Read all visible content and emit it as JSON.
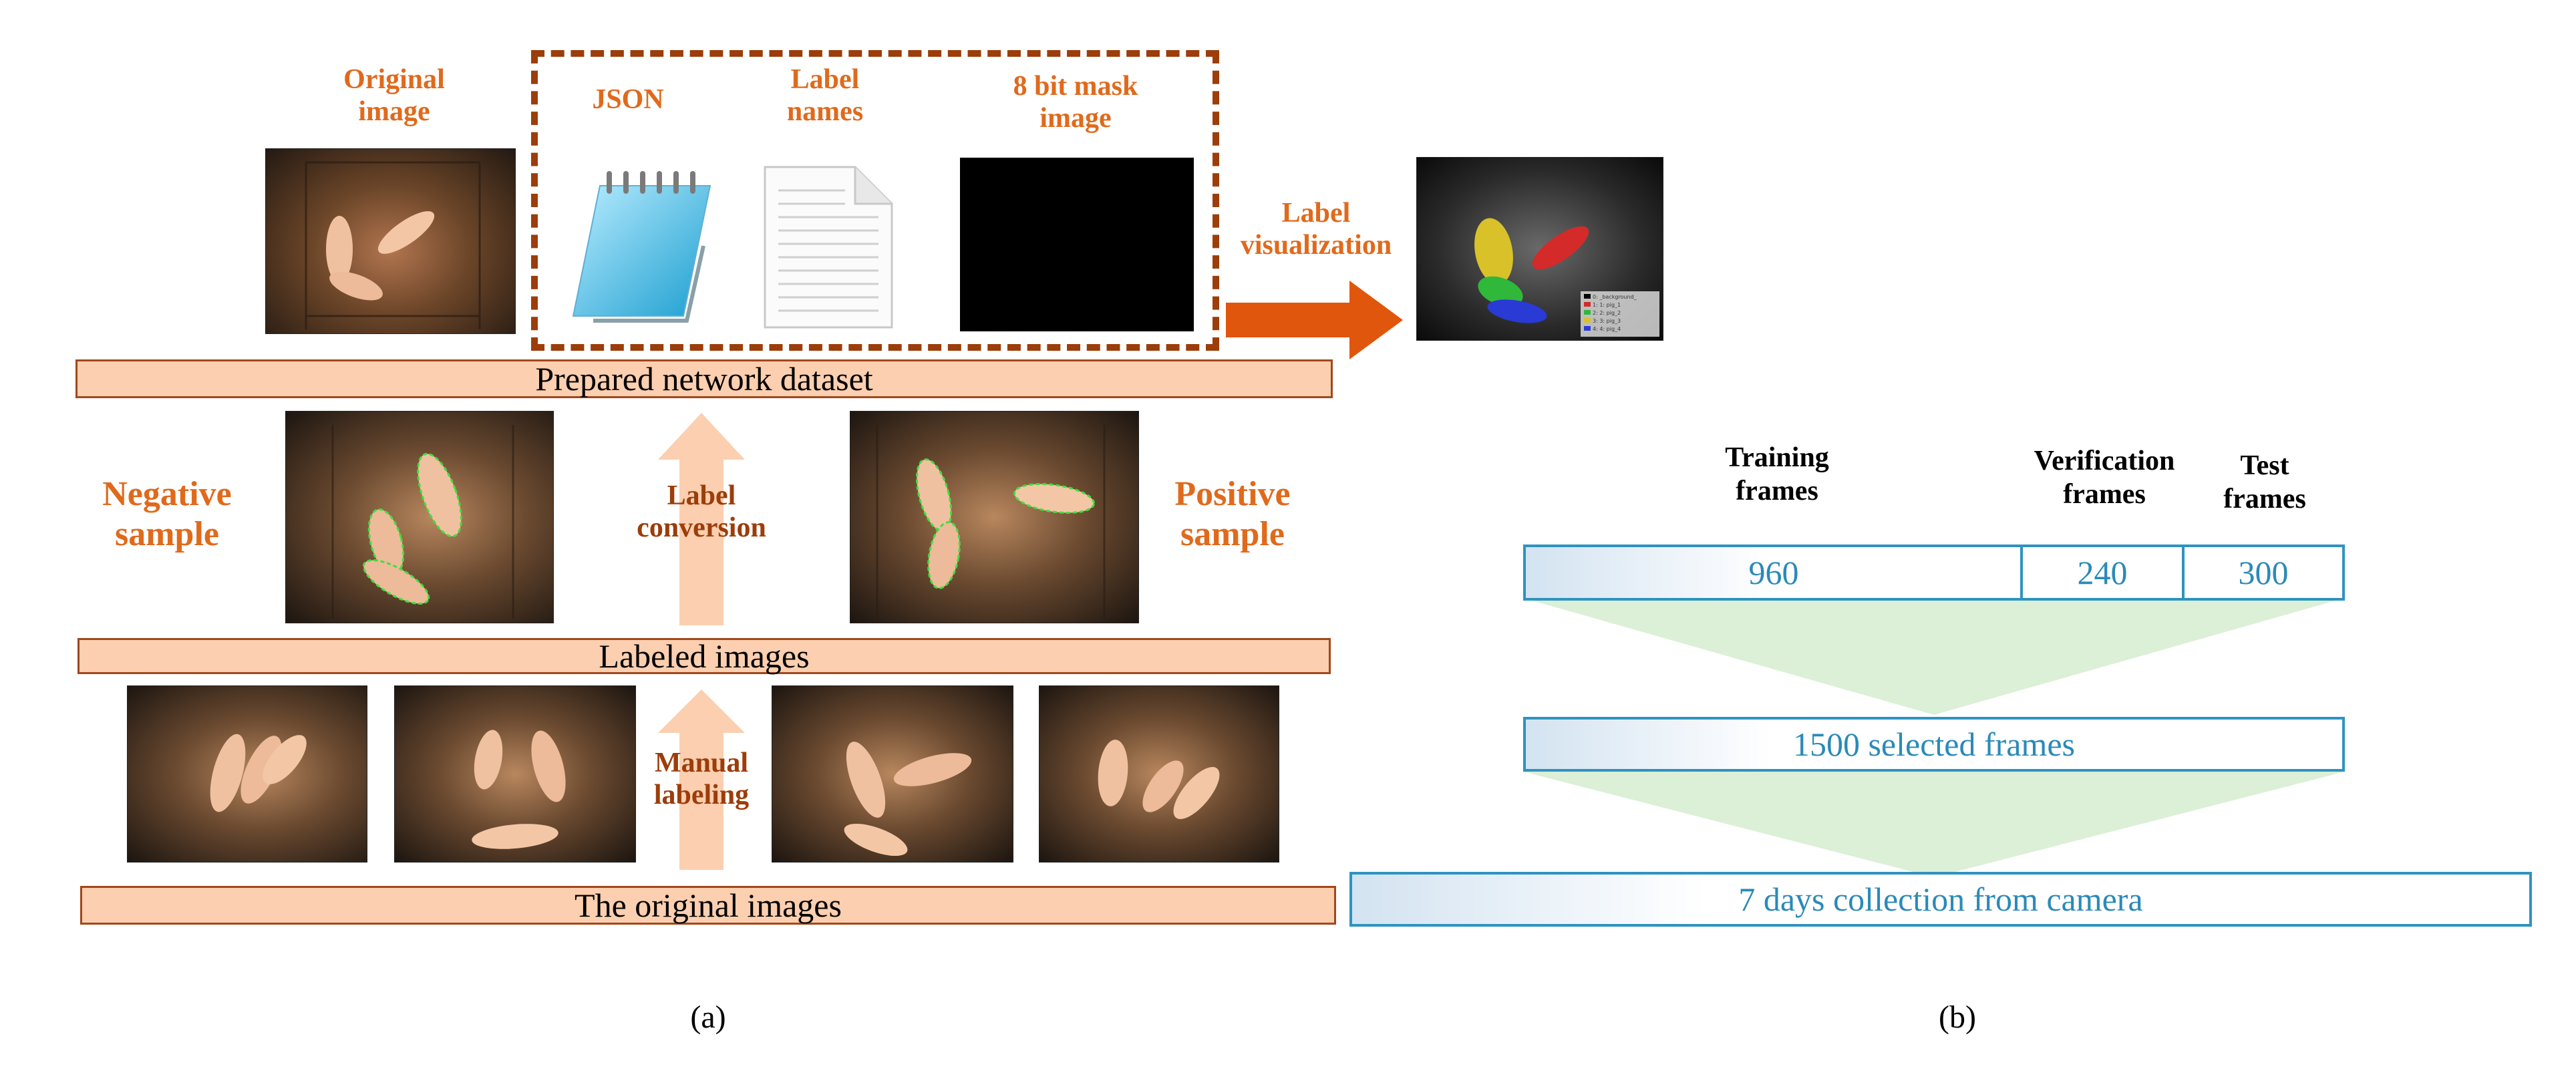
{
  "panel_a": {
    "caption": "(a)",
    "original_image_label": "Original\nimage",
    "json_label": "JSON",
    "label_names_label": "Label\nnames",
    "mask_label": "8 bit mask\nimage",
    "label_visualization": "Label\nvisualization",
    "prepared_bar": "Prepared network dataset",
    "negative_sample": "Negative\nsample",
    "positive_sample": "Positive\nsample",
    "label_conversion": "Label\nconversion",
    "labeled_bar": "Labeled images",
    "manual_labeling": "Manual\nlabeling",
    "original_bar": "The original images",
    "legend_items": [
      "0: _background_",
      "1: 1: pig_1",
      "2: 2: pig_2",
      "3: 3: pig_3",
      "4: 4: pig_4"
    ]
  },
  "panel_b": {
    "caption": "(b)",
    "headers": {
      "training": "Training\nframes",
      "verification": "Verification\nframes",
      "test": "Test\nframes"
    },
    "split": {
      "training": "960",
      "verification": "240",
      "test": "300"
    },
    "selected": "1500 selected frames",
    "collection": "7 days collection from camera"
  },
  "colors": {
    "orange_text": "#e06a1c",
    "brown_text": "#9c3d0a",
    "bar_fill": "#fbcfaf",
    "bar_border": "#a0481c",
    "blue_text": "#2a8ab8",
    "blue_border": "#2e93c0",
    "funnel_fill": "#dcefd7",
    "arrow_up": "#fbcfaf",
    "arrow_right": "#e0560c"
  }
}
